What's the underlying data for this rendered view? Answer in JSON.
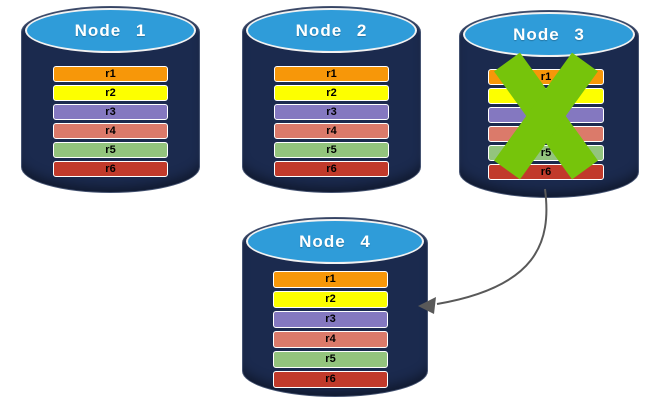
{
  "diagram": {
    "nodes": [
      {
        "name": "Node 1",
        "failed": false,
        "rows": [
          {
            "label": "r1",
            "color": "#F79709"
          },
          {
            "label": "r2",
            "color": "#FDFF00"
          },
          {
            "label": "r3",
            "color": "#8478C0"
          },
          {
            "label": "r4",
            "color": "#DB7A6A"
          },
          {
            "label": "r5",
            "color": "#93C47D"
          },
          {
            "label": "r6",
            "color": "#C13A2B"
          }
        ]
      },
      {
        "name": "Node 2",
        "failed": false,
        "rows": [
          {
            "label": "r1",
            "color": "#F79709"
          },
          {
            "label": "r2",
            "color": "#FDFF00"
          },
          {
            "label": "r3",
            "color": "#8478C0"
          },
          {
            "label": "r4",
            "color": "#DB7A6A"
          },
          {
            "label": "r5",
            "color": "#93C47D"
          },
          {
            "label": "r6",
            "color": "#C13A2B"
          }
        ]
      },
      {
        "name": "Node 3",
        "failed": true,
        "rows": [
          {
            "label": "r1",
            "color": "#F79709"
          },
          {
            "label": "r2",
            "color": "#FDFF00"
          },
          {
            "label": "r3",
            "color": "#8478C0"
          },
          {
            "label": "r4",
            "color": "#DB7A6A"
          },
          {
            "label": "r5",
            "color": "#93C47D"
          },
          {
            "label": "r6",
            "color": "#C13A2B"
          }
        ]
      },
      {
        "name": "Node 4",
        "failed": false,
        "rows": [
          {
            "label": "r1",
            "color": "#F79709"
          },
          {
            "label": "r2",
            "color": "#FDFF00"
          },
          {
            "label": "r3",
            "color": "#8478C0"
          },
          {
            "label": "r4",
            "color": "#DB7A6A"
          },
          {
            "label": "r5",
            "color": "#93C47D"
          },
          {
            "label": "r6",
            "color": "#C13A2B"
          }
        ]
      }
    ],
    "failure_mark": {
      "on_node": "Node 3",
      "shape": "x-cross",
      "color": "#76C40B"
    },
    "arrow": {
      "from_node": "Node 3",
      "to_node": "Node 4",
      "color": "#595959"
    },
    "colors": {
      "background": "#FFFFFF",
      "cylinder_body": "#1B2A4E",
      "cylinder_cap": "#2F9CD9",
      "cap_border": "#F2F2F2",
      "node_label": "#FFFFFF",
      "row_text": "#000000"
    }
  }
}
